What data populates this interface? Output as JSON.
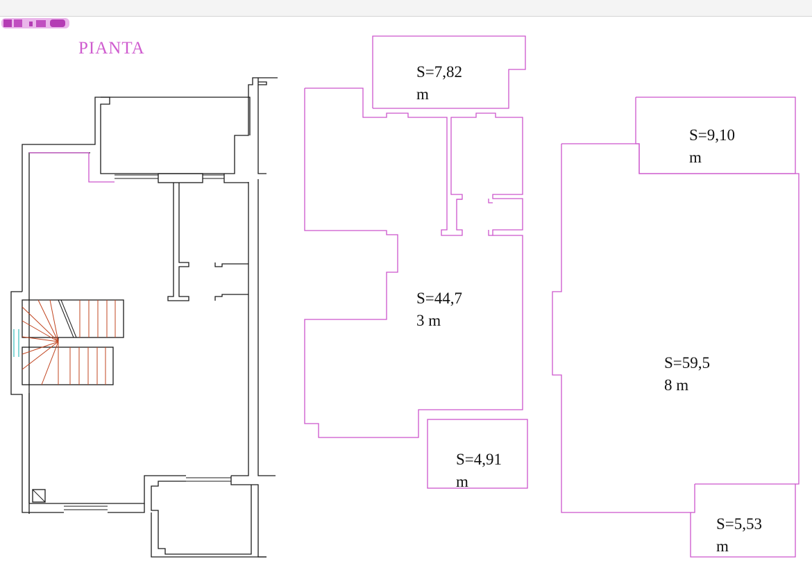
{
  "header": {
    "logo_icon": "logo-stamp-icon"
  },
  "plan": {
    "title": "PIANTA"
  },
  "colors": {
    "area_outline": "#cc55cc",
    "walls": "#1a1a1a",
    "stairs": "#c1441f",
    "window_glass": "#45c4c4"
  },
  "areas": {
    "a1": {
      "l1": "S=7,82",
      "l2": "m"
    },
    "a2": {
      "l1": "S=44,7",
      "l2": "3 m"
    },
    "a3": {
      "l1": "S=4,91",
      "l2": "m"
    },
    "a4": {
      "l1": "S=9,10",
      "l2": "m"
    },
    "a5": {
      "l1": "S=59,5",
      "l2": "8 m"
    },
    "a6": {
      "l1": "S=5,53",
      "l2": "m"
    }
  }
}
